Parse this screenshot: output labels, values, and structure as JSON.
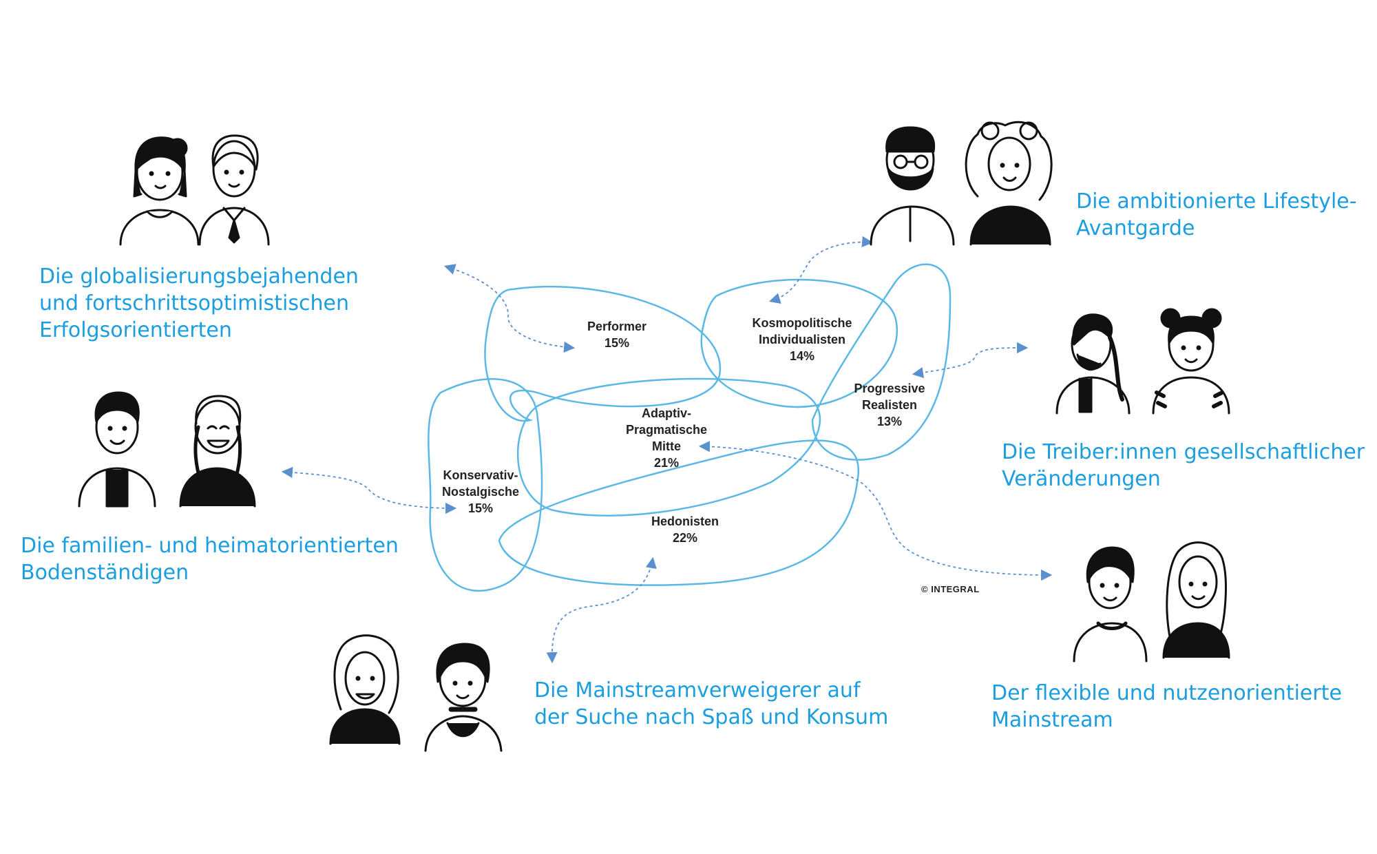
{
  "colors": {
    "accent": "#1a9ee0",
    "ellipse_stroke": "#5bb8e6",
    "arrow": "#5a8fd0",
    "ink": "#111111"
  },
  "segments": [
    {
      "name_lines": [
        "Performer"
      ],
      "share": "15%"
    },
    {
      "name_lines": [
        "Kosmopolitische",
        "Individualisten"
      ],
      "share": "14%"
    },
    {
      "name_lines": [
        "Progressive",
        "Realisten"
      ],
      "share": "13%"
    },
    {
      "name_lines": [
        "Adaptiv-",
        "Pragmatische",
        "Mitte"
      ],
      "share": "21%"
    },
    {
      "name_lines": [
        "Konservativ-",
        "Nostalgische"
      ],
      "share": "15%"
    },
    {
      "name_lines": [
        "Hedonisten"
      ],
      "share": "22%"
    }
  ],
  "captions": {
    "performer": [
      "Die globalisierungsbejahenden",
      "und fortschrittsoptimistischen",
      "Erfolgsorientierten"
    ],
    "kosmopolitische": [
      "Die ambitionierte Lifestyle-",
      "Avantgarde"
    ],
    "progressive": [
      "Die Treiber:innen gesellschaftlicher",
      "Veränderungen"
    ],
    "konservativ": [
      "Die familien- und heimatorientierten",
      "Bodenständigen"
    ],
    "hedonisten": [
      "Die Mainstreamverweigerer auf",
      "der Suche nach Spaß und Konsum"
    ],
    "adaptiv": [
      "Der flexible und nutzenorientierte",
      "Mainstream"
    ]
  },
  "copyright": "© INTEGRAL",
  "icons": [
    "woman-bun-avatar-icon",
    "businessman-avatar-icon",
    "bearded-glasses-man-avatar-icon",
    "curly-hair-woman-avatar-icon",
    "long-hair-man-avatar-icon",
    "space-buns-woman-avatar-icon",
    "young-man-jacket-avatar-icon",
    "braided-woman-avatar-icon",
    "bob-hair-man-avatar-icon",
    "long-hair-woman-avatar-icon",
    "long-hair-smiling-man-avatar-icon",
    "short-hair-woman-choker-avatar-icon"
  ]
}
